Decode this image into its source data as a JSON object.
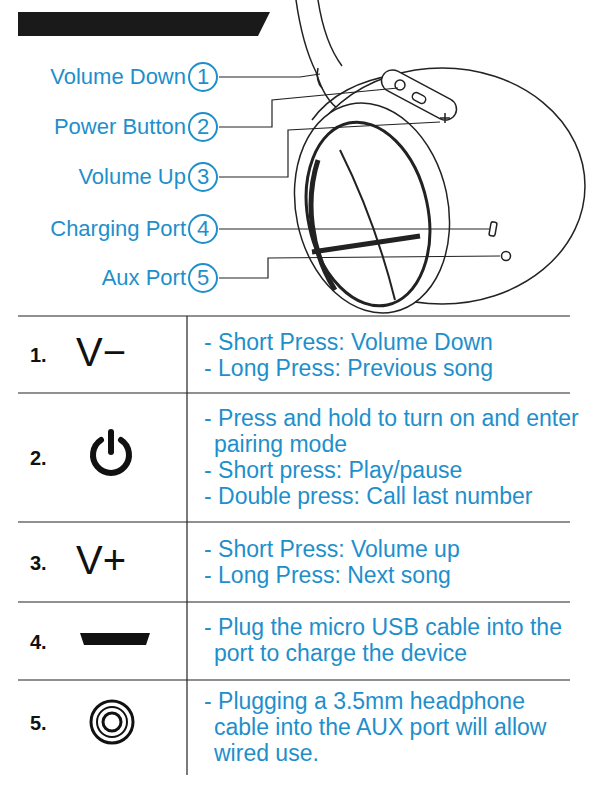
{
  "diagram": {
    "nodes": [
      {
        "text": [
          "1"
        ]
      },
      {
        "text": [
          "2"
        ]
      },
      {
        "text": [
          "3"
        ]
      },
      {
        "text": [
          "4"
        ]
      },
      {
        "text": [
          "5"
        ]
      }
    ],
    "labels": [
      "Volume Down",
      "Power Button",
      "Volume Up",
      "Charging Port",
      "Aux Port",
      "1.",
      "V−",
      "- Short Press: Volume Down",
      "- Long Press: Previous song",
      "2.",
      "- Press and hold to turn on and enter pairing mode",
      "- Short press: Play/pause",
      "- Double press: Call last number",
      "3.",
      "V+",
      "- Short Press: Volume up",
      "- Long Press: Next song",
      "4.",
      "- Plug the micro USB cable into the port to charge the device",
      "5.",
      "- Plugging a 3.5mm headphone cable into the AUX port will allow wired use."
    ]
  }
}
